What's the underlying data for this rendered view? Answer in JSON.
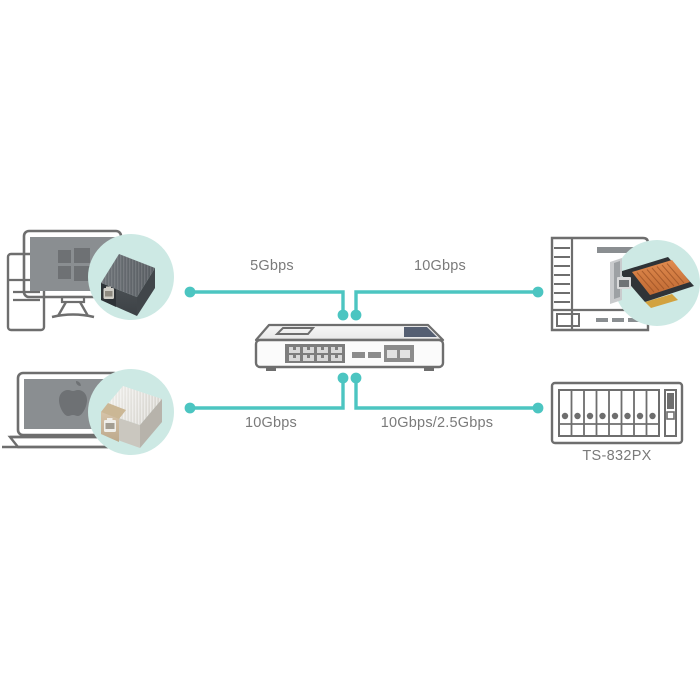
{
  "diagram": {
    "title": "QNAP network connection topology",
    "background_color": "#ffffff",
    "link_color": "#4cc5c1",
    "device_outline_color": "#6e6e6e",
    "device_fill_color": "#8a8e91",
    "text_color": "#7a7a7a",
    "highlight_circle_color": "#cde9e4"
  },
  "links": [
    {
      "id": "top-left-link",
      "label": "5Gbps",
      "from": "windows-pc-adapter",
      "to": "switch-port-1"
    },
    {
      "id": "top-right-link",
      "label": "10Gbps",
      "from": "switch-port-2",
      "to": "server-tower-nic"
    },
    {
      "id": "bottom-left-link",
      "label": "10Gbps",
      "from": "macbook-adapter",
      "to": "switch-port-3"
    },
    {
      "id": "bottom-right-link",
      "label": "10Gbps/2.5Gbps",
      "from": "switch-port-4",
      "to": "nas-ts-832px"
    }
  ],
  "nodes": {
    "windows_pc": {
      "name": "Windows desktop PC",
      "os_icon": "windows-logo-icon",
      "adapter": "USB 3.0 to 5GbE adapter"
    },
    "macbook": {
      "name": "Apple MacBook laptop",
      "os_icon": "apple-logo-icon",
      "adapter": "Thunderbolt to 10GbE adapter"
    },
    "switch": {
      "name": "Network switch",
      "port_groups": 2
    },
    "server_tower": {
      "name": "Server tower",
      "expansion_card": "PCIe 10GbE network card"
    },
    "nas": {
      "name": "NAS",
      "model_label": "TS-832PX",
      "drive_bays": 8
    }
  }
}
